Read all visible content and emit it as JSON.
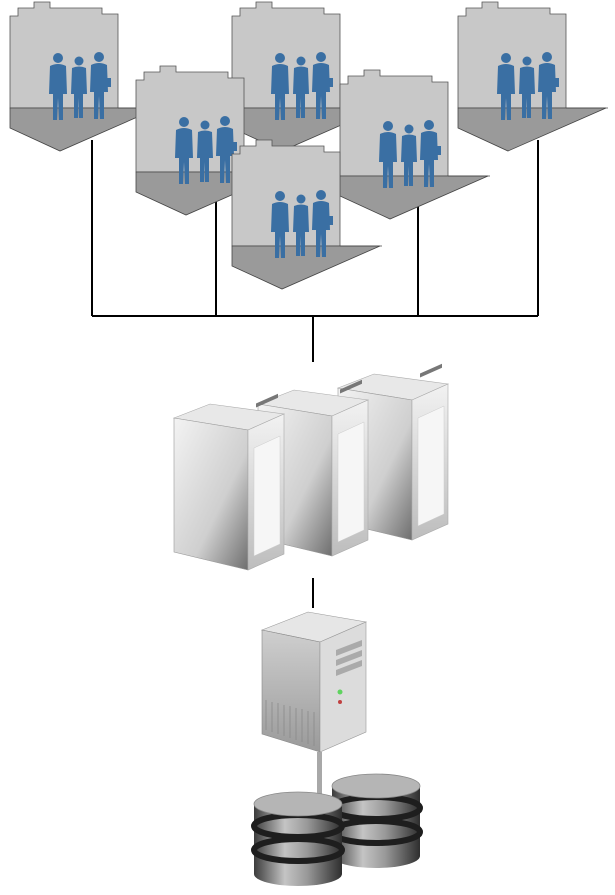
{
  "diagram": {
    "colors": {
      "background": "#ffffff",
      "connector": "#000000",
      "room_wall": "#c8c8c8",
      "room_floor": "#9a9a9a",
      "person": "#3a6fa3",
      "server_light": "#f0f0f0",
      "server_dark": "#6e6e6e",
      "disk_dark": "#3c3c3c",
      "disk_light": "#c4c4c4",
      "led_green": "#5fd35f"
    },
    "user_groups": [
      {
        "id": "user-group-1",
        "icon": "people-in-room-icon"
      },
      {
        "id": "user-group-2",
        "icon": "people-in-room-icon"
      },
      {
        "id": "user-group-3",
        "icon": "people-in-room-icon"
      },
      {
        "id": "user-group-4",
        "icon": "people-in-room-icon"
      },
      {
        "id": "user-group-5",
        "icon": "people-in-room-icon"
      },
      {
        "id": "user-group-6",
        "icon": "people-in-room-icon"
      }
    ],
    "app_servers": [
      {
        "id": "app-server-1",
        "icon": "tower-server-icon"
      },
      {
        "id": "app-server-2",
        "icon": "tower-server-icon"
      },
      {
        "id": "app-server-3",
        "icon": "tower-server-icon"
      }
    ],
    "database_server": {
      "id": "database-server",
      "icon": "rack-server-icon"
    },
    "databases": [
      {
        "id": "database-1",
        "icon": "database-cylinder-icon"
      },
      {
        "id": "database-2",
        "icon": "database-cylinder-icon"
      }
    ]
  }
}
